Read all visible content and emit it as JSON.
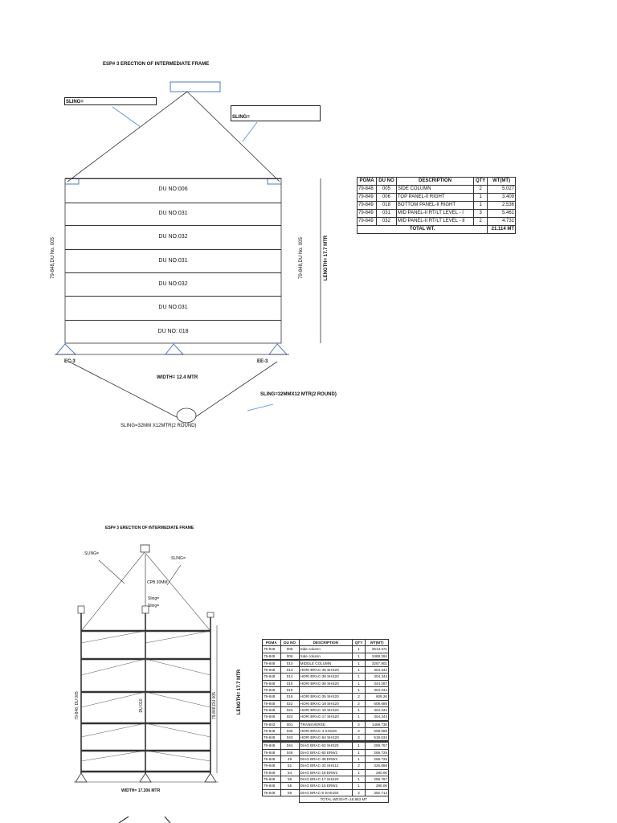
{
  "diagram1": {
    "title": "ESP# 3 ERECTION OF INTERMEDIATE FRAME",
    "sling_left": "SLING=",
    "sling_right": "SLING=",
    "panels": [
      "DU NO:006",
      "DU NO:031",
      "DU NO:032",
      "DU NO:031",
      "DU NO:032",
      "DU NO:031",
      "DU NO: 018"
    ],
    "left_side_label": "79-848,DU No. 005",
    "right_side_label": "79-848,DU No. 005",
    "length_label": "LENGTH= 17.7 MTR",
    "ec_label": "EC-3",
    "ee_label": "EE-3",
    "width_label": "WIDTH= 12.4 MTR",
    "sling_bottom_right": "SLING=32MMX12 MTR(2 ROUND)",
    "sling_bottom_left": "SLING=32MM X12MTR(2 ROUND)"
  },
  "table1": {
    "headers": [
      "PGMA",
      "DU NO",
      "DESCRIPTION",
      "QTY",
      "WT(MT)"
    ],
    "rows": [
      [
        "79-848",
        "005",
        "SIDE COLUMN",
        "2",
        "5.027"
      ],
      [
        "79-849",
        "006",
        "TOP PANEL-II RIGHT",
        "1",
        "3.409"
      ],
      [
        "79-849",
        "018",
        "BOTTOM PANEL-II RIGHT",
        "1",
        "2.536"
      ],
      [
        "79-849",
        "031",
        "MID PANEL-II RT/LT LEVEL - I",
        "3",
        "5.461"
      ],
      [
        "79-849",
        "032",
        "MID PANEL-II RT/LT LEVEL - II",
        "2",
        "4.731"
      ]
    ],
    "total_label": "TOTAL WT.",
    "total_value": "21.114 MT"
  },
  "diagram2": {
    "title": "ESP# 3 ERECTION OF INTERMEDIATE FRAME",
    "sling_left": "SLING=",
    "sling_right": "SLING=",
    "cpb": "CPB 30MM",
    "sling_mid1": "Sling=",
    "sling_mid2": "Sling=",
    "left_col_label": "79-848, DU 005",
    "mid_col_label": "DU 010",
    "right_col_label": "79-848,DU 005",
    "length_label": "LENGTH= 17.7 MTR",
    "width_label": "WIDTH= 17.306 MTR"
  },
  "table2": {
    "headers": [
      "PGMA",
      "DU NO",
      "DESCRIPTION",
      "QTY",
      "WT(MT)"
    ],
    "rows": [
      [
        "79-848",
        "005",
        "Side column",
        "1",
        "2513.371"
      ],
      [
        "79-848",
        "006",
        "Side column",
        "1",
        "2488.294"
      ],
      [
        "",
        "",
        "",
        "",
        ""
      ],
      [
        "79-848",
        "010",
        "MIDDLE COLUMN",
        "1",
        "3257.801"
      ],
      [
        "79-848",
        "013",
        "HORI BRAC-45 SHS20",
        "1",
        "304.344"
      ],
      [
        "79-848",
        "014",
        "HORI BRAC-39 SHS20",
        "1",
        "304.344"
      ],
      [
        "79-848",
        "015",
        "HORI BRAC-38 SHS20",
        "1",
        "344.287"
      ],
      [
        "79-848",
        "016",
        "",
        "1",
        "304.344"
      ],
      [
        "79-848",
        "016",
        "HORI BRAC-35 SHS20",
        "2",
        "609.26"
      ],
      [
        "79-848",
        "022",
        "HORI BRAC-19 SHS20",
        "2",
        "608.688"
      ],
      [
        "79-848",
        "023",
        "HORI BRAC-18 SHS20",
        "1",
        "304.344"
      ],
      [
        "79-848",
        "024",
        "HORI BRAC-17 SHS20",
        "1",
        "304.344"
      ],
      [
        "",
        "",
        "",
        "",
        ""
      ],
      [
        "79-843",
        "001",
        "TRANSVERSE",
        "2",
        "1469.736"
      ],
      [
        "79-848",
        "035",
        "HORI BRAC-4 SHS20",
        "2",
        "608.688"
      ],
      [
        "79-848",
        "043",
        "HORI BRAC-64 SHS20",
        "2",
        "519.534"
      ],
      [
        "",
        "",
        "",
        "",
        ""
      ],
      [
        "",
        "",
        "",
        "",
        ""
      ],
      [
        "79-848",
        "044",
        "DIAG BRAC-63 SHS20",
        "1",
        "259.767"
      ],
      [
        "79-848",
        "045",
        "DIAG BRAC-60 ERW2",
        "1",
        "269.726"
      ],
      [
        "79-848",
        "49",
        "DIAG BRAC-39 ERW2",
        "1",
        "269.726"
      ],
      [
        "79-848",
        "51",
        "DIAG BRAC-33 SHS12",
        "2",
        "326.688"
      ],
      [
        "79-848",
        "54",
        "DIAG BRAC-18 ERW2",
        "1",
        "280.06"
      ],
      [
        "79-848",
        "56",
        "DIAG BRAC-17 SHS20",
        "1",
        "259.767"
      ],
      [
        "79-848",
        "55",
        "DIAG BRAC-15 ERW2",
        "1",
        "280.06"
      ],
      [
        "79-848",
        "59",
        "DIAG BRAC-5 SHS150",
        "2",
        "392.714"
      ]
    ],
    "total_label": "TOTAL WEIGHT=16.883 MT"
  }
}
